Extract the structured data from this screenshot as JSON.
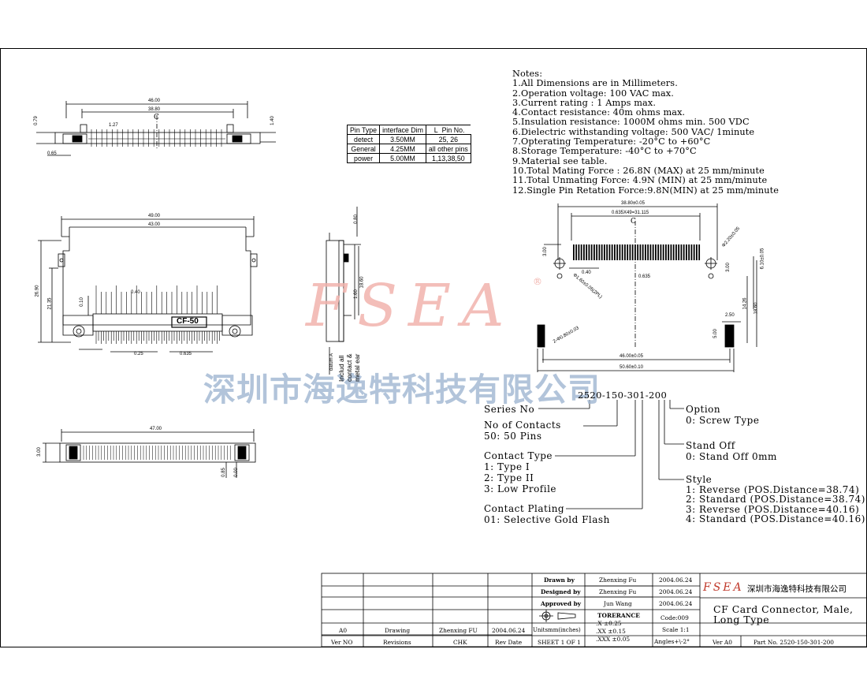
{
  "notes": [
    "Notes:",
    "1.All Dimensions are in Millimeters.",
    "2.Operation voltage: 100 VAC max.",
    "3.Current rating : 1 Amps max.",
    "4.Contact resistance: 40m ohms max.",
    "5.Insulation resistance: 1000M ohms min.  500 VDC",
    "6.Dielectric withstanding voltage: 500 VAC/ 1minute",
    "7.Opterating Temperature: -20°C to +60°C",
    "8.Storage Temperature: -40°C to +70°C",
    "9.Material see table.",
    "10.Total Mating Force : 26.8N (MAX) at 25 mm/minute",
    "11.Total Unmating Force: 4.9N (MIN) at 25 mm/minute",
    "12.Single Pin Retation Force:9.8N(MIN) at    25 mm/minute"
  ],
  "pin_table": {
    "headers": [
      "Pin Type",
      "interface Dim",
      "L",
      "Pin No."
    ],
    "rows": [
      [
        "detect",
        "3.50MM",
        "25, 26"
      ],
      [
        "General",
        "4.25MM",
        "all other pins"
      ],
      [
        "power",
        "5.00MM",
        "1,13,38,50"
      ]
    ]
  },
  "watermark": {
    "company_cn": "深圳市海逸特科技有限公司",
    "logo": "FSEA",
    "registered": "®"
  },
  "part_number": "2520-150-301-200",
  "pn_legend": {
    "series_no": "Series No",
    "contacts_title": "No of Contacts",
    "contacts_value": "50: 50 Pins",
    "contact_type_title": "Contact Type",
    "contact_type_items": [
      "1: Type I",
      "2: Type II",
      "3: Low Profile"
    ],
    "plating_title": "Contact Plating",
    "plating_value": "01: Selective Gold Flash",
    "option_title": "Option",
    "option_value": "0: Screw Type",
    "standoff_title": "Stand Off",
    "standoff_value": "0: Stand Off 0mm",
    "style_title": "Style",
    "style_items": [
      "1: Reverse (POS.Distance=38.74)",
      "2: Standard (POS.Distance=38.74)",
      "3: Reverse (POS.Distance=40.16)",
      "4: Standard (POS.Distance=40.16)"
    ]
  },
  "views": {
    "top": {
      "d1": "46.00",
      "d2": "38.80",
      "d3": "1.27",
      "d4": "0.79",
      "d5": "1.40",
      "d6": "0.65",
      "c": "C"
    },
    "front": {
      "d1": "49.00",
      "d2": "43.00",
      "d3": "0.40",
      "d4": "0.10",
      "d5": "0.25",
      "d6": "0.635",
      "d7": "26.90",
      "d8": "21.35",
      "label": "CF-50"
    },
    "side": {
      "d1": "0.80",
      "d2": "18.60",
      "d3": "1.60",
      "note": [
        "Includ all",
        "contact &",
        "metal ear"
      ],
      "arrow_label": "datum A"
    },
    "bottom": {
      "d1": "47.00",
      "d2": "3.00",
      "d3": "0.85",
      "d4": "0.00"
    },
    "pcb": {
      "d1": "38.80±0.05",
      "d2": "0.635X49=31.115",
      "d3": "3.00",
      "d4": "0.40",
      "d5": "0.635",
      "d6": "Φ2.20±0.05",
      "d7": "6.10±0.05",
      "d8": "3.00",
      "d9": "Φ1.60±0.05(2PL)",
      "d10": "14.26",
      "d11": "18.60",
      "d12": "2.50",
      "d13": "5.00",
      "d14": "2-Φ0.80±0.03",
      "d15": "46.00±0.05",
      "d16": "50.60±0.10",
      "c": "C"
    }
  },
  "title_block": {
    "drawn_label": "Drawn   by",
    "drawn_name": "Zhenxing Fu",
    "drawn_date": "2004.06.24",
    "designed_label": "Designed by",
    "designed_name": "Zhenxing Fu",
    "designed_date": "2004.06.24",
    "approved_label": "Approved by",
    "approved_name": "Jun Wang",
    "approved_date": "2004.06.24",
    "tolerance_title": "TORERANCE",
    "tolerances": [
      ".X   ±0.25",
      ".XX  ±0.15",
      ".XXX ±0.05"
    ],
    "code": "Code:009",
    "scale": "Scale 1:1",
    "angles": "Angles+\\-2°",
    "rev_row": [
      "A0",
      "Drawing",
      "Zhenxing FU",
      "2004.06.24"
    ],
    "rev_headers": [
      "Ver NO",
      "Revisions",
      "CHK",
      "Rev Date"
    ],
    "units": "Unitsmm(inches)",
    "sheet": "SHEET  1  OF  1",
    "ver": "Ver  A0",
    "part_no": "Part  No.  2520-150-301-200",
    "logo": "FSEA",
    "company_cn": "深圳市海逸特科技有限公司",
    "title_lines": [
      "CF Card Connector, Male,",
      "Long Type"
    ]
  }
}
